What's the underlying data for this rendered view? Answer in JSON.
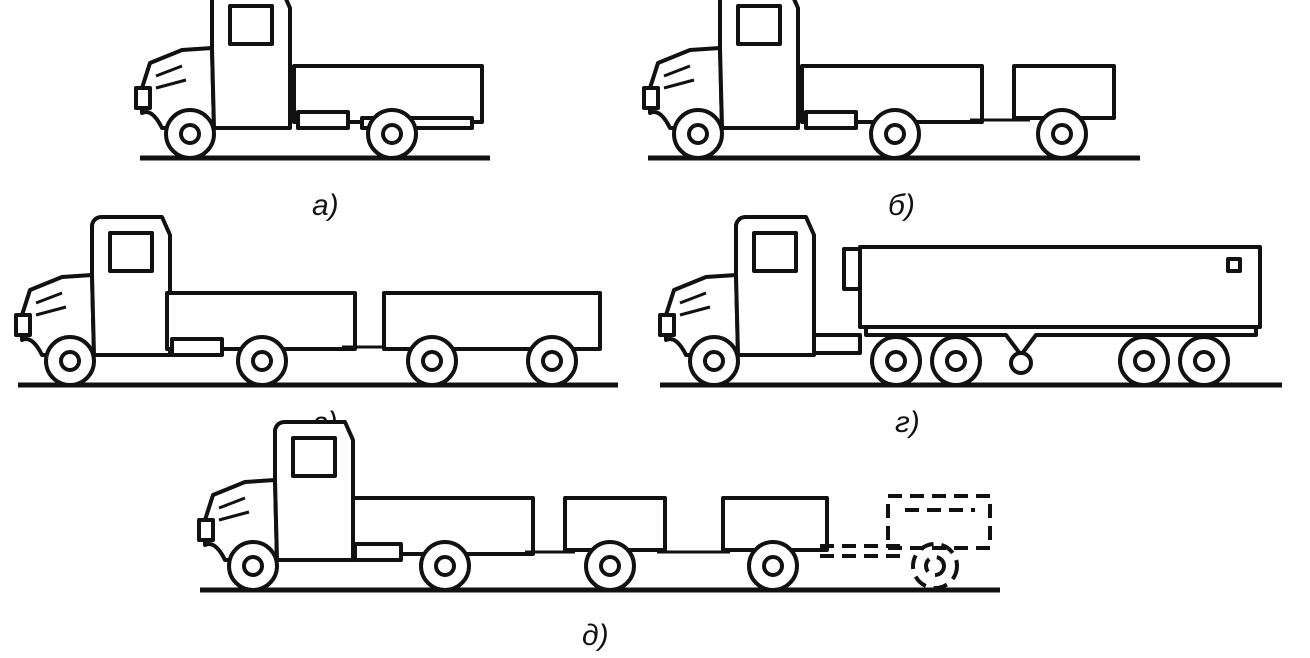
{
  "figure": {
    "panels": [
      {
        "id": "a",
        "label": "а)",
        "units": [
          "truck"
        ]
      },
      {
        "id": "b",
        "label": "б)",
        "units": [
          "truck",
          "trailer"
        ]
      },
      {
        "id": "v",
        "label": "в)",
        "units": [
          "truck",
          "trailer"
        ]
      },
      {
        "id": "g",
        "label": "г)",
        "units": [
          "tractor",
          "semitrailer"
        ]
      },
      {
        "id": "d",
        "label": "д)",
        "units": [
          "truck",
          "trailer",
          "trailer",
          "trailer-dashed"
        ]
      }
    ],
    "colors": {
      "line": "#111111",
      "background": "#ffffff"
    }
  }
}
